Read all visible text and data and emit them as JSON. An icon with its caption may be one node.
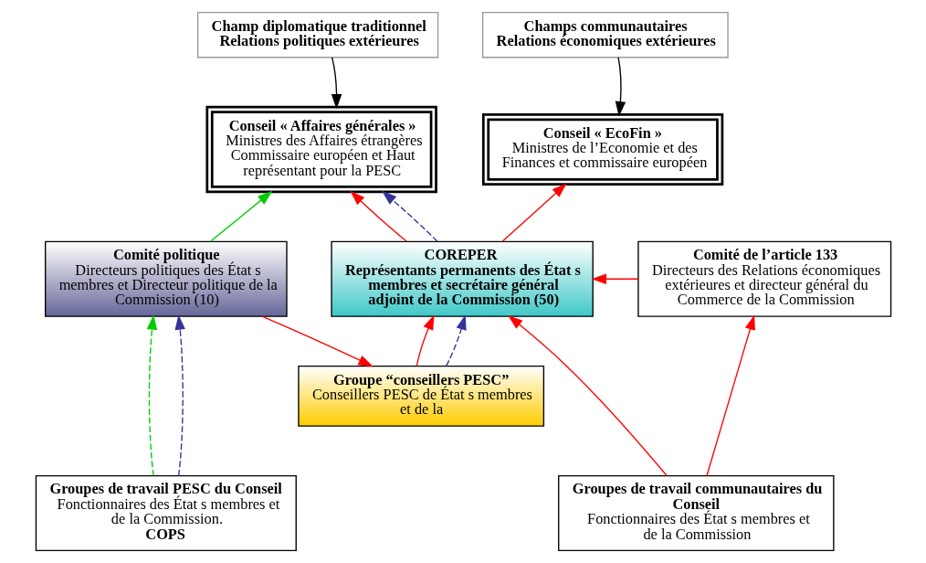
{
  "diagram": {
    "nodes": [
      {
        "text": [
          "Champs communautaires",
          "Relations économiques extérieures"
        ]
      },
      {
        "text": [
          "Champ diplomatique traditionnel",
          "Relations politiques extérieures"
        ]
      },
      {
        "text": [
          "Conseil « EcoFin »",
          "Ministres de l’Economie et des Finances et commissaire européen"
        ]
      },
      {
        "text": [
          "Conseil « Affaires générales »",
          "Ministres des Affaires étrangères",
          "Commissaire européen et Haut représentant pour la PESC"
        ]
      },
      {
        "text": [
          "Comité de l’article 133",
          "Directeurs des Relations économiques extérieures et directeur général du Commerce de la Commission"
        ]
      },
      {
        "text": [
          "COREPER",
          "Représentants permanents des État s membres et secrétaire général adjoint de la Commission (50)"
        ]
      },
      {
        "text": [
          "Comité politique",
          "Directeurs politiques des État s membres et Directeur politique de la Commission (10)"
        ]
      },
      {
        "text": [
          "Groupe “conseillers PESC”",
          "Conseillers PESC de État s membres et de la"
        ]
      },
      {
        "text": [
          "Groupes de travail communautaires du Conseil",
          "Fonctionnaires des État s membres et de la Commission"
        ]
      },
      {
        "text": [
          "Groupes de travail PESC du Conseil",
          "Fonctionnaires des État s membres et de la Commission.",
          "COPS"
        ]
      }
    ],
    "edges": [
      {
        "from": 0,
        "to": 2,
        "arrow": "to",
        "color": "#000000"
      },
      {
        "from": 1,
        "to": 3,
        "arrow": "to",
        "color": "#000000"
      },
      {
        "from": 5,
        "to": 2,
        "arrow": "to"
      },
      {
        "from": 5,
        "to": 3,
        "arrow": "to"
      },
      {
        "from": 5,
        "to": 3,
        "arrow": "to",
        "style": "dashed",
        "color": "#333399"
      },
      {
        "from": 6,
        "to": 3,
        "arrow": "to",
        "color": "#00cc00"
      },
      {
        "from": 4,
        "to": 5,
        "arrow": "to"
      },
      {
        "from": 8,
        "to": 4,
        "arrow": "to"
      },
      {
        "from": 8,
        "to": 5,
        "arrow": "to"
      },
      {
        "from": 7,
        "to": 5,
        "arrow": "to"
      },
      {
        "from": 7,
        "to": 5,
        "arrow": "to",
        "style": "dashed",
        "color": "#333399"
      },
      {
        "from": 6,
        "to": 7,
        "arrow": "to"
      },
      {
        "from": 9,
        "to": 6,
        "arrow": "to",
        "style": "dashed",
        "color": "#00cc00"
      },
      {
        "from": 9,
        "to": 6,
        "arrow": "to",
        "style": "dashed",
        "color": "#333399"
      }
    ]
  }
}
